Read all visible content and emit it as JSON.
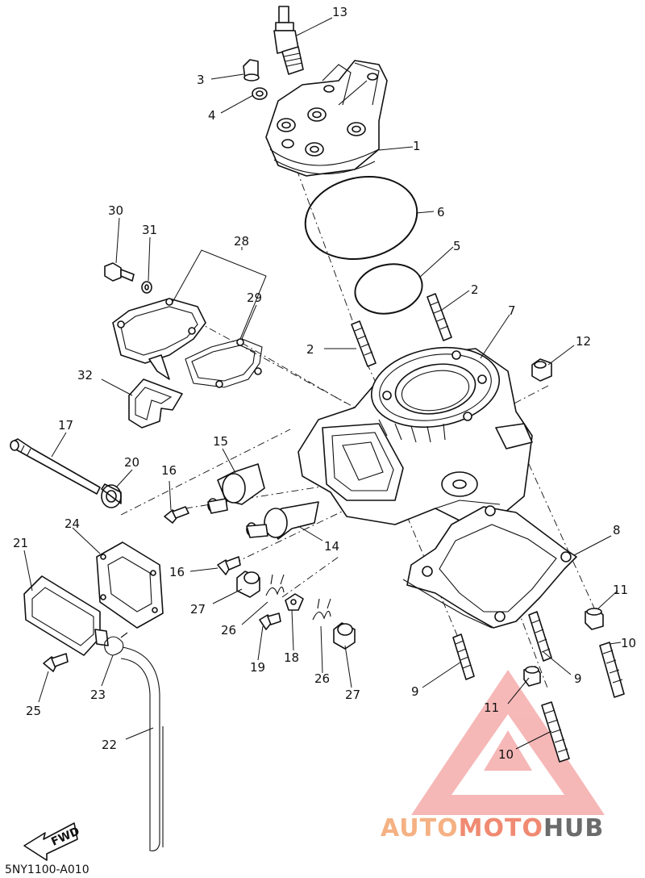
{
  "labels": {
    "p1": "1",
    "p2a": "2",
    "p2b": "2",
    "p3": "3",
    "p4": "4",
    "p5": "5",
    "p6": "6",
    "p7": "7",
    "p8": "8",
    "p9a": "9",
    "p9b": "9",
    "p10a": "10",
    "p10b": "10",
    "p11a": "11",
    "p11b": "11",
    "p12": "12",
    "p13": "13",
    "p14": "14",
    "p15": "15",
    "p16a": "16",
    "p16b": "16",
    "p17": "17",
    "p18": "18",
    "p19": "19",
    "p20": "20",
    "p21": "21",
    "p22": "22",
    "p23": "23",
    "p24": "24",
    "p25": "25",
    "p26a": "26",
    "p26b": "26",
    "p27a": "27",
    "p27b": "27",
    "p28": "28",
    "p29": "29",
    "p30": "30",
    "p31": "31",
    "p32": "32"
  },
  "direction_marker": "FWD",
  "diagram_code": "5NY1100-A010",
  "watermark": {
    "part1": "AUTO",
    "part2": "MOTO",
    "part3": "HUB",
    "color_auto": "#f5b183",
    "color_moto": "#f08a72",
    "color_hub": "#6b6b6b",
    "triangle_color": "#f4a0a0"
  }
}
